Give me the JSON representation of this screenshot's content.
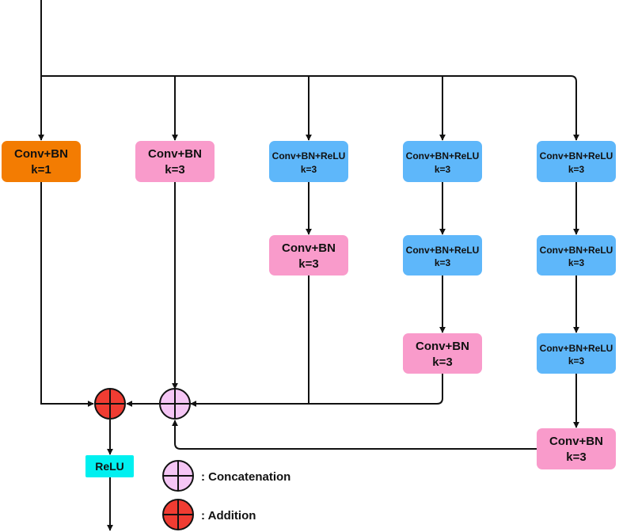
{
  "colors": {
    "orange": "#f37c02",
    "pink": "#f99bcb",
    "blue": "#5eb7fa",
    "cyan": "#00f0f0",
    "concat_fill": "#f5c6f5",
    "add_fill": "#f03c32",
    "line": "#111111"
  },
  "branch1": {
    "box1": {
      "line1": "Conv+BN",
      "line2": "k=1"
    }
  },
  "branch2": {
    "box1": {
      "line1": "Conv+BN",
      "line2": "k=3"
    }
  },
  "branch3": {
    "box1": {
      "line1": "Conv+BN+ReLU",
      "line2": "k=3"
    },
    "box2": {
      "line1": "Conv+BN",
      "line2": "k=3"
    }
  },
  "branch4": {
    "box1": {
      "line1": "Conv+BN+ReLU",
      "line2": "k=3"
    },
    "box2": {
      "line1": "Conv+BN+ReLU",
      "line2": "k=3"
    },
    "box3": {
      "line1": "Conv+BN",
      "line2": "k=3"
    }
  },
  "branch5": {
    "box1": {
      "line1": "Conv+BN+ReLU",
      "line2": "k=3"
    },
    "box2": {
      "line1": "Conv+BN+ReLU",
      "line2": "k=3"
    },
    "box3": {
      "line1": "Conv+BN+ReLU",
      "line2": "k=3"
    },
    "box4": {
      "line1": "Conv+BN",
      "line2": "k=3"
    }
  },
  "relu": {
    "label": "ReLU"
  },
  "legend": {
    "concat_label": ": Concatenation",
    "add_label": ": Addition"
  }
}
